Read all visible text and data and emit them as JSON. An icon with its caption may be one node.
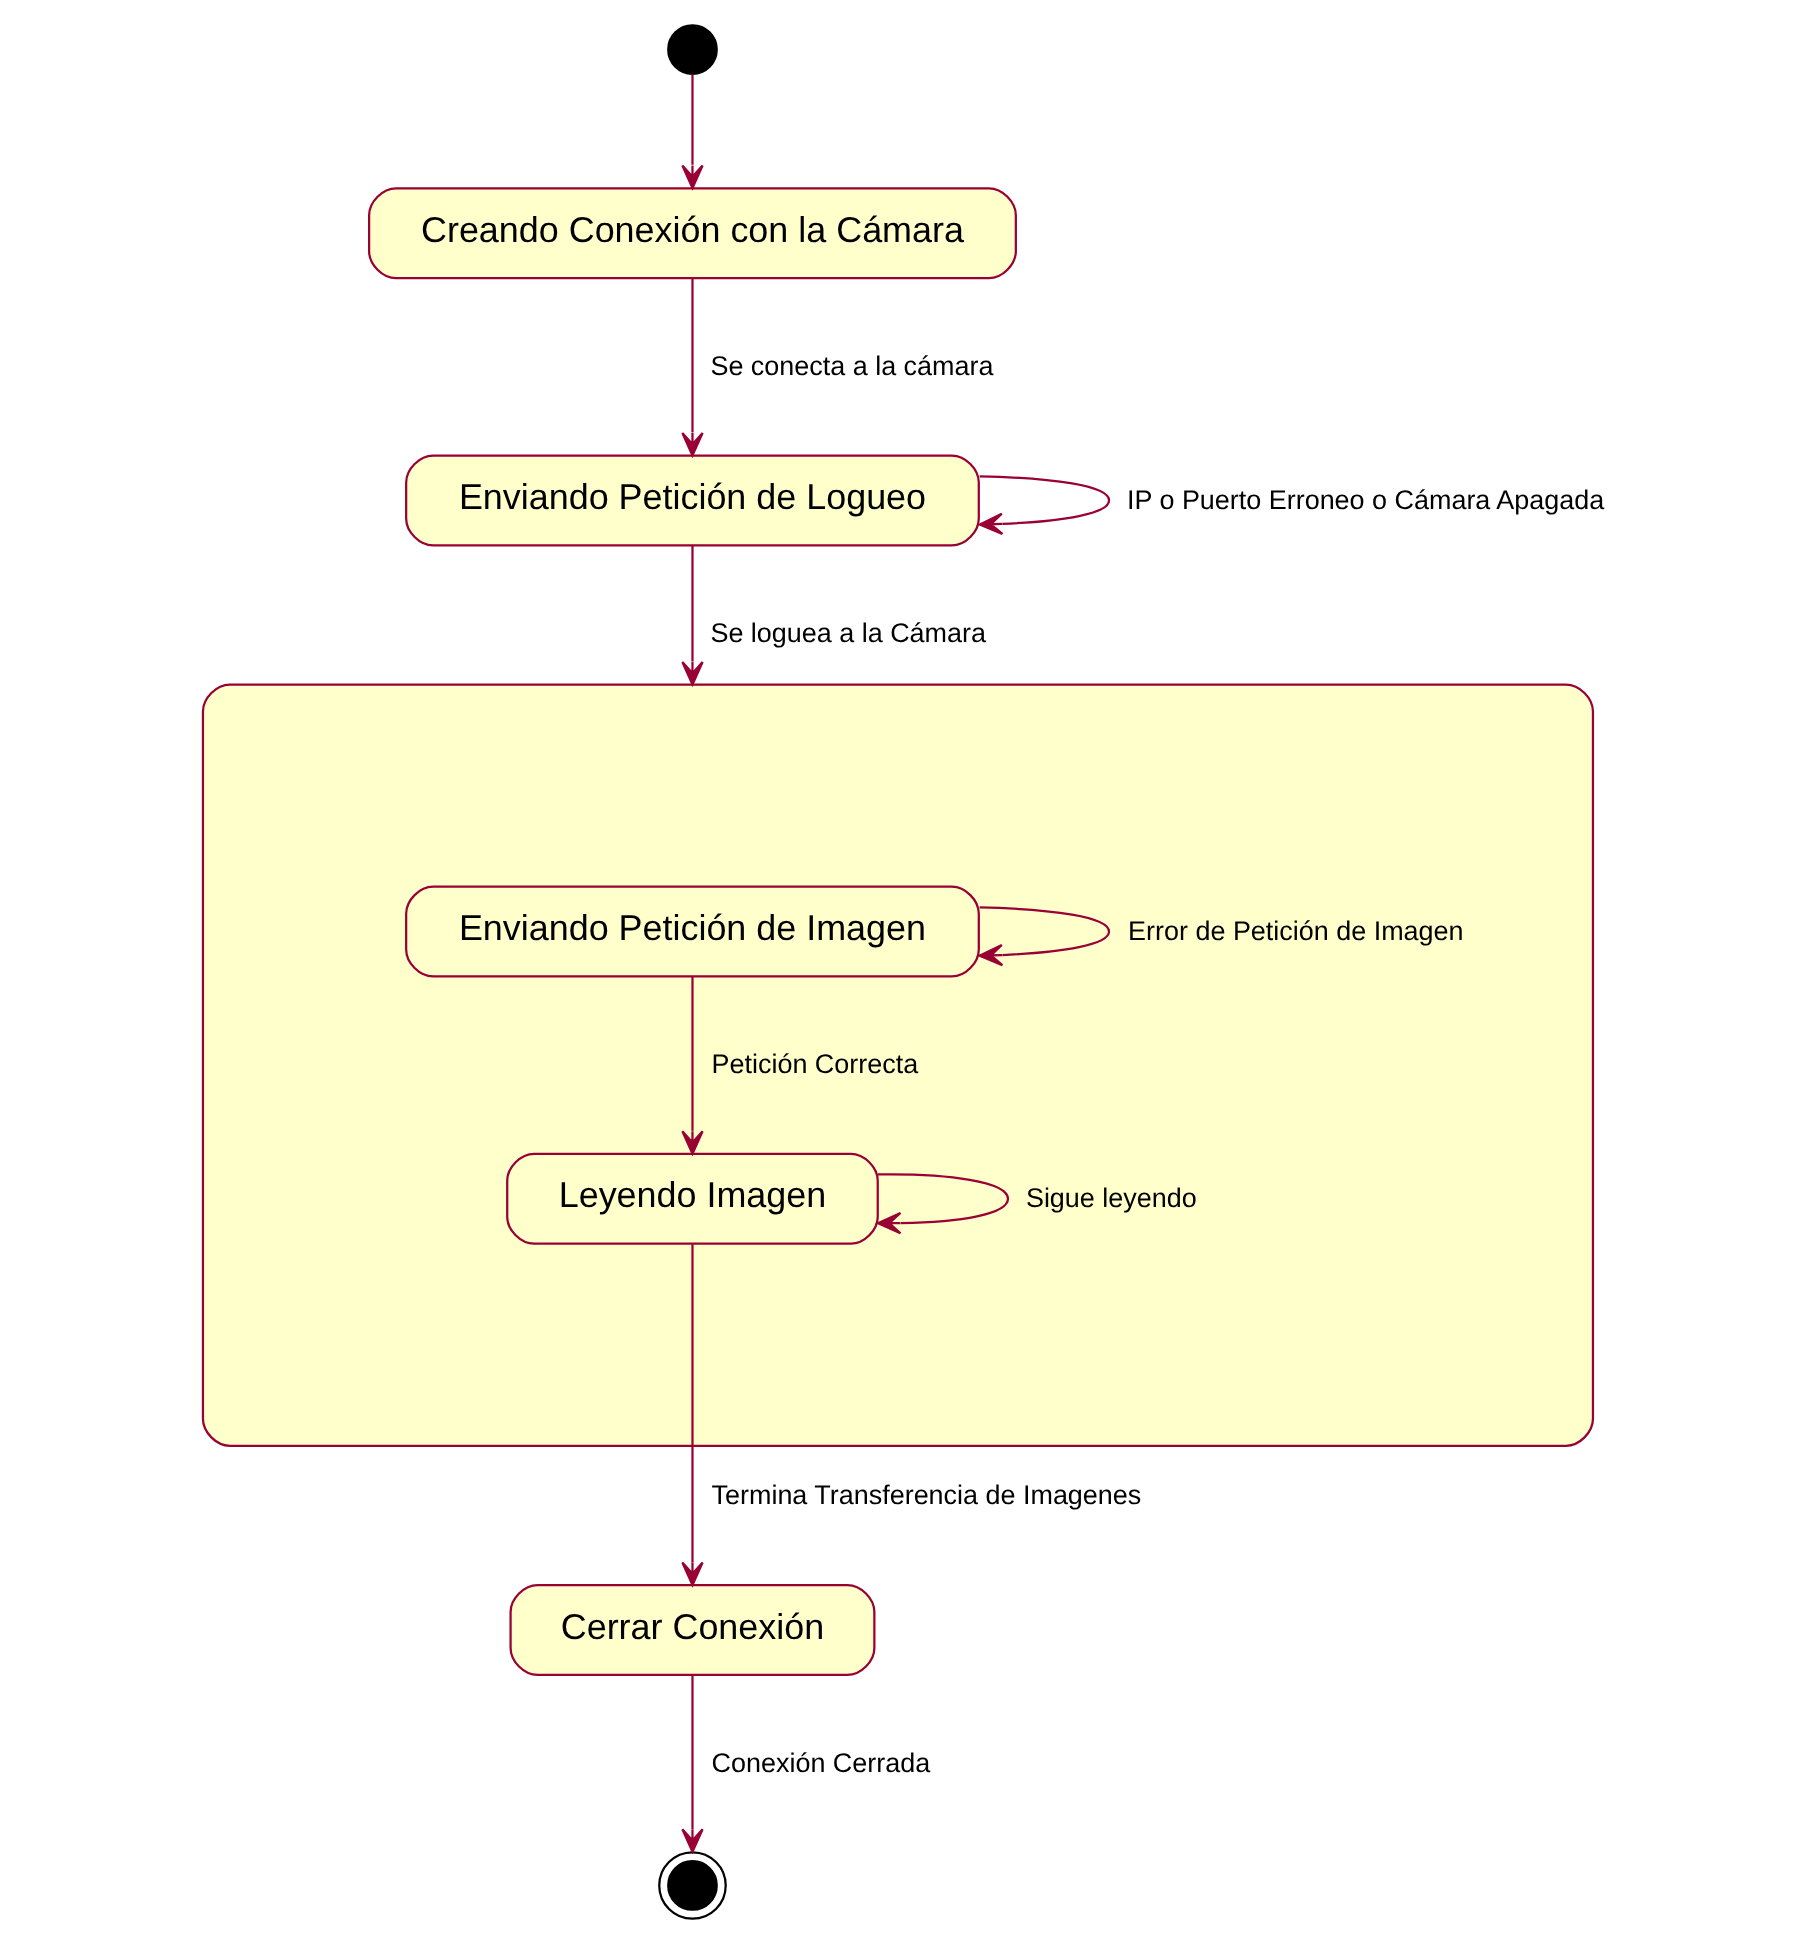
{
  "diagram": {
    "nodes": [
      {
        "text": [],
        "shape": "circle"
      },
      {
        "text": [
          "Creando Conexión con la Cámara"
        ]
      },
      {
        "text": [
          "Enviando Petición de Logueo"
        ]
      },
      {
        "text": [],
        "shape": "box"
      },
      {
        "text": [
          "Enviando Petición de Imagen"
        ],
        "in": 3
      },
      {
        "text": [
          "Leyendo Imagen"
        ],
        "in": 3
      },
      {
        "text": [
          "Cerrar Conexión"
        ]
      },
      {
        "text": [],
        "shape": "circle"
      }
    ],
    "edges": [
      {
        "from": 0,
        "to": 1,
        "arrow": "to"
      },
      {
        "from": 1,
        "to": 2,
        "arrow": "to",
        "label": "Se conecta a la cámara"
      },
      {
        "from": 2,
        "to": 2,
        "arrow": "to",
        "label": "IP o Puerto Erroneo o Cámara Apagada"
      },
      {
        "from": 2,
        "to": 3,
        "arrow": "to",
        "label": "Se loguea a la Cámara"
      },
      {
        "from": 4,
        "to": 4,
        "arrow": "to",
        "label": "Error de Petición de Imagen"
      },
      {
        "from": 4,
        "to": 5,
        "arrow": "to",
        "label": "Petición Correcta"
      },
      {
        "from": 5,
        "to": 5,
        "arrow": "to",
        "label": "Sigue leyendo"
      },
      {
        "from": 5,
        "to": 6,
        "arrow": "to",
        "label": "Termina Transferencia de Imagenes"
      },
      {
        "from": 6,
        "to": 7,
        "arrow": "to",
        "label": "Conexión Cerrada"
      }
    ]
  }
}
